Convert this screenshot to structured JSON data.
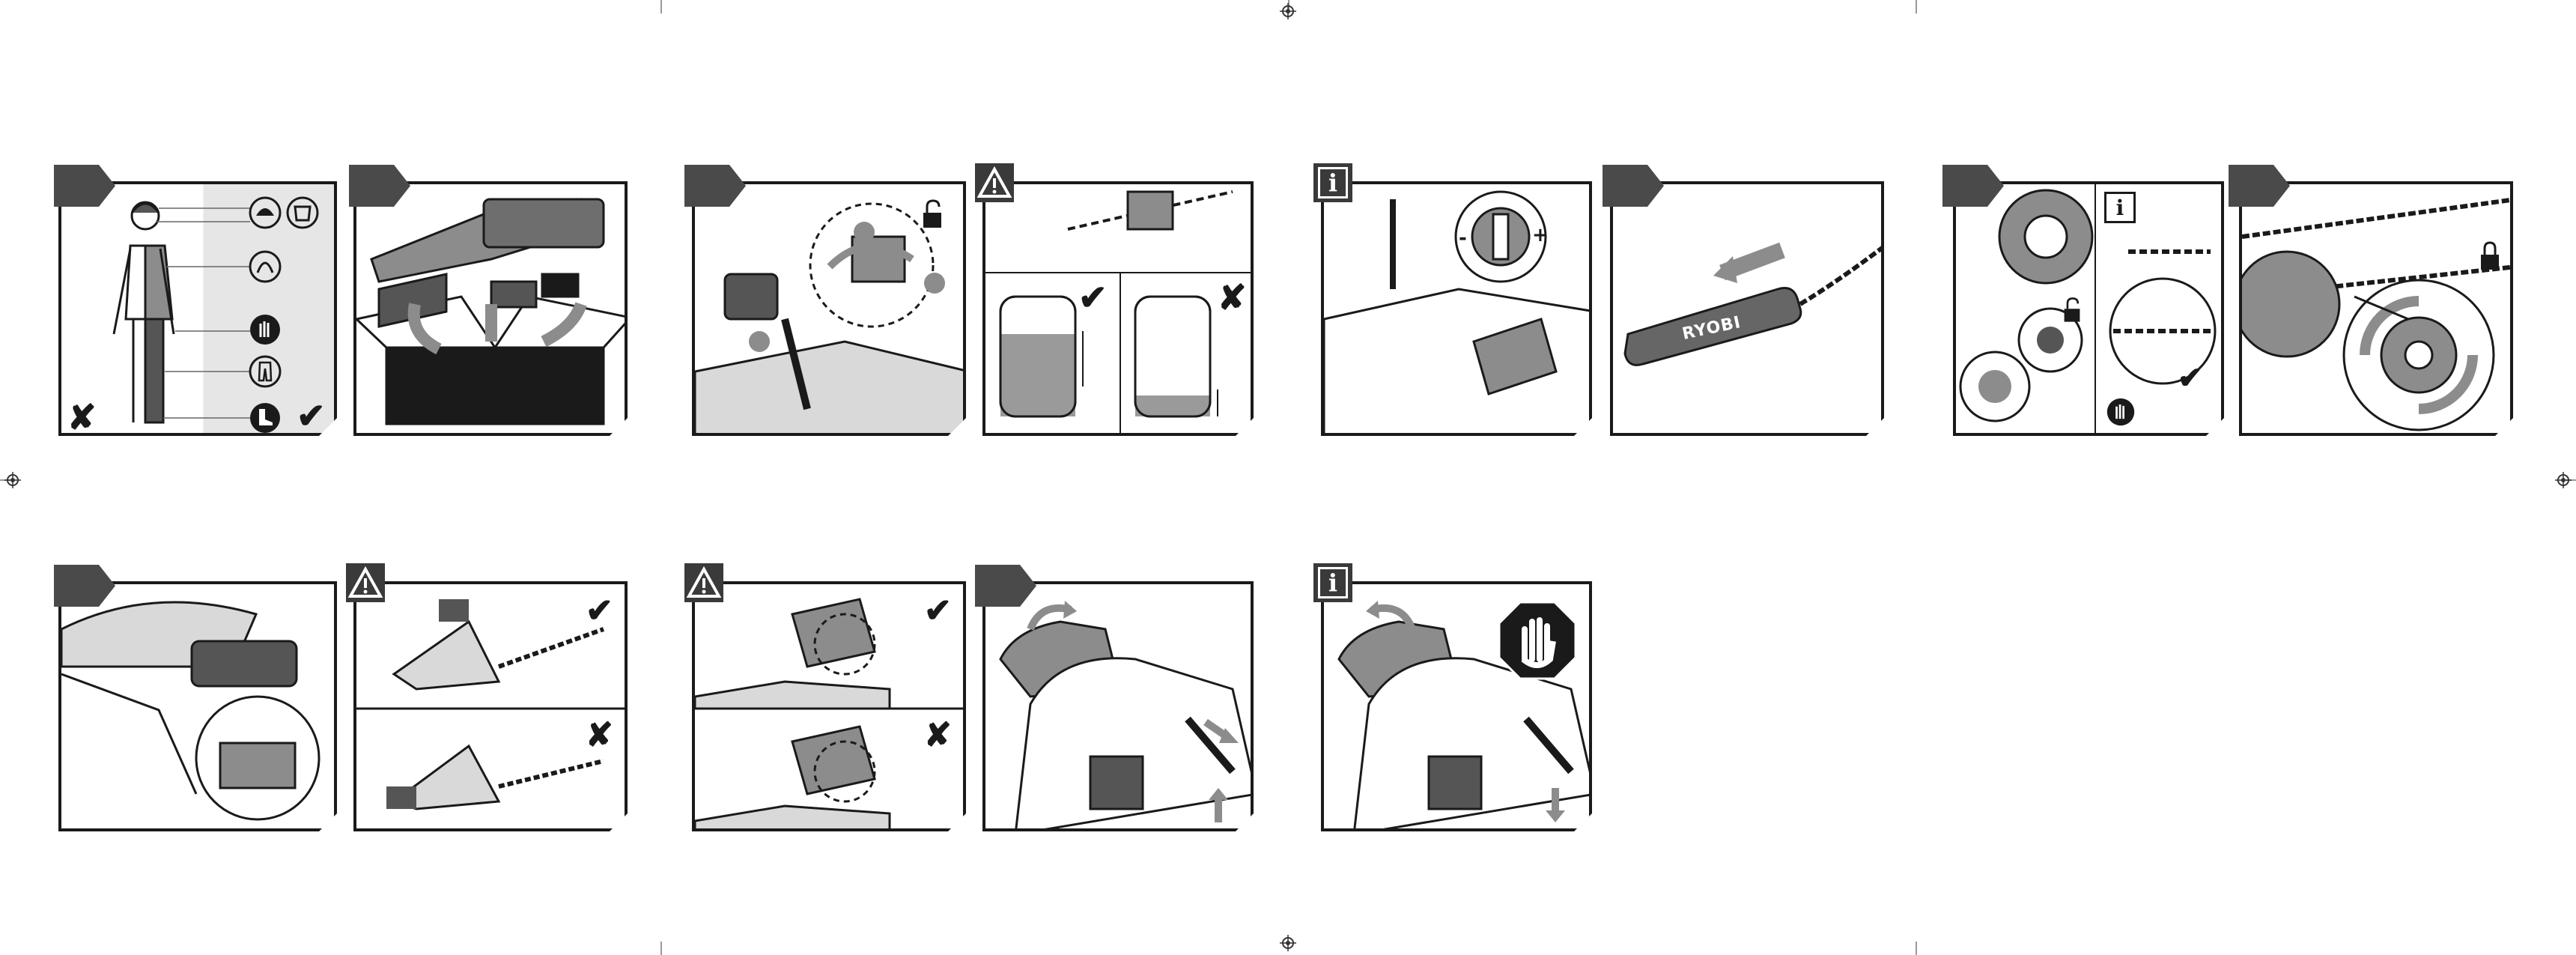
{
  "document": {
    "type": "assembly illustration sheet",
    "brand_label": "RYOBI",
    "marks": {
      "check": "✔",
      "cross": "✘"
    }
  },
  "colors": {
    "ink": "#1a1a1a",
    "tab": "#4a4a4a",
    "mid_gray": "#8c8c8c",
    "light_gray": "#d9d9d9",
    "oil_fill": "#9a9a9a"
  },
  "panels": [
    {
      "id": "ppe",
      "tab": true,
      "badge": null
    },
    {
      "id": "unbox",
      "tab": true,
      "badge": null
    },
    {
      "id": "battery-insert",
      "tab": true,
      "badge": null
    },
    {
      "id": "oil-level",
      "tab": false,
      "badge": "warning-icon"
    },
    {
      "id": "chain-tension-info",
      "tab": false,
      "badge": "info-icon"
    },
    {
      "id": "bar-install",
      "tab": true,
      "badge": null
    },
    {
      "id": "sprocket-cover",
      "tab": true,
      "badge": "info-icon"
    },
    {
      "id": "tension-knob-lock",
      "tab": true,
      "badge": null
    },
    {
      "id": "battery-remove",
      "tab": true,
      "badge": null
    },
    {
      "id": "grip-check",
      "tab": false,
      "badge": "warning-icon"
    },
    {
      "id": "hand-guard",
      "tab": false,
      "badge": "warning-icon"
    },
    {
      "id": "start-sequence",
      "tab": true,
      "badge": null
    },
    {
      "id": "stop-sequence",
      "tab": false,
      "badge": "info-icon"
    }
  ],
  "icons": [
    "helmet-icon",
    "face-shield-icon",
    "ear-protection-icon",
    "glove-icon",
    "trousers-icon",
    "boot-icon",
    "padlock-open-icon",
    "padlock-closed-icon",
    "stop-hand-icon",
    "screwdriver-icon",
    "arrow-icon",
    "registration-mark-icon"
  ]
}
